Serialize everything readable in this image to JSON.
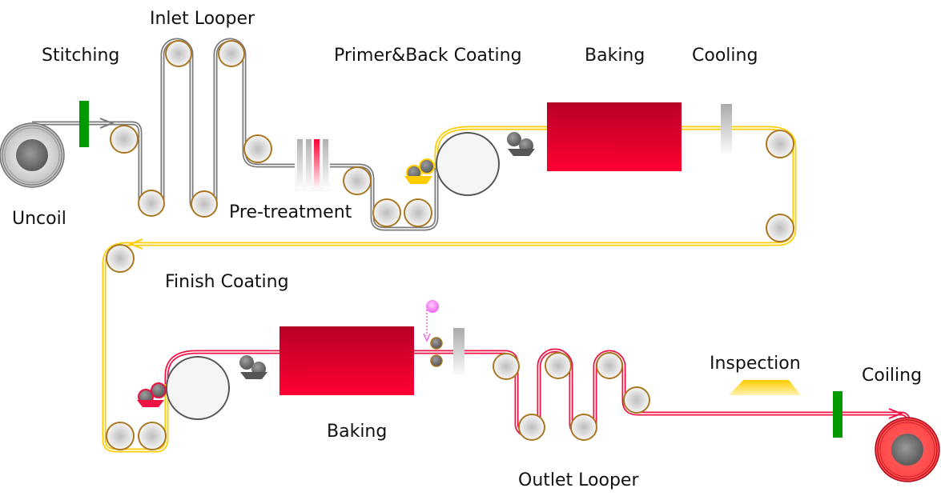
{
  "title": "Coil Coating Line Process Diagram",
  "colors": {
    "strip_raw": "#8a8a8a",
    "strip_primer": "#ffcc00",
    "strip_finish": "#ee1144",
    "oven": "#ff0033",
    "oven_top": "#b80026",
    "stitcher": "#009900",
    "roll_ring": "#aa7722",
    "uv_lamp": "#ff88ff"
  },
  "labels": {
    "uncoil": "Uncoil",
    "stitching": "Stitching",
    "inlet_looper": "Inlet Looper",
    "pre_treatment": "Pre-treatment",
    "primer_back_coating": "Primer&Back Coating",
    "baking_1": "Baking",
    "cooling": "Cooling",
    "finish_coating": "Finish Coating",
    "baking_2": "Baking",
    "outlet_looper": "Outlet Looper",
    "inspection": "Inspection",
    "coiling": "Coiling"
  }
}
